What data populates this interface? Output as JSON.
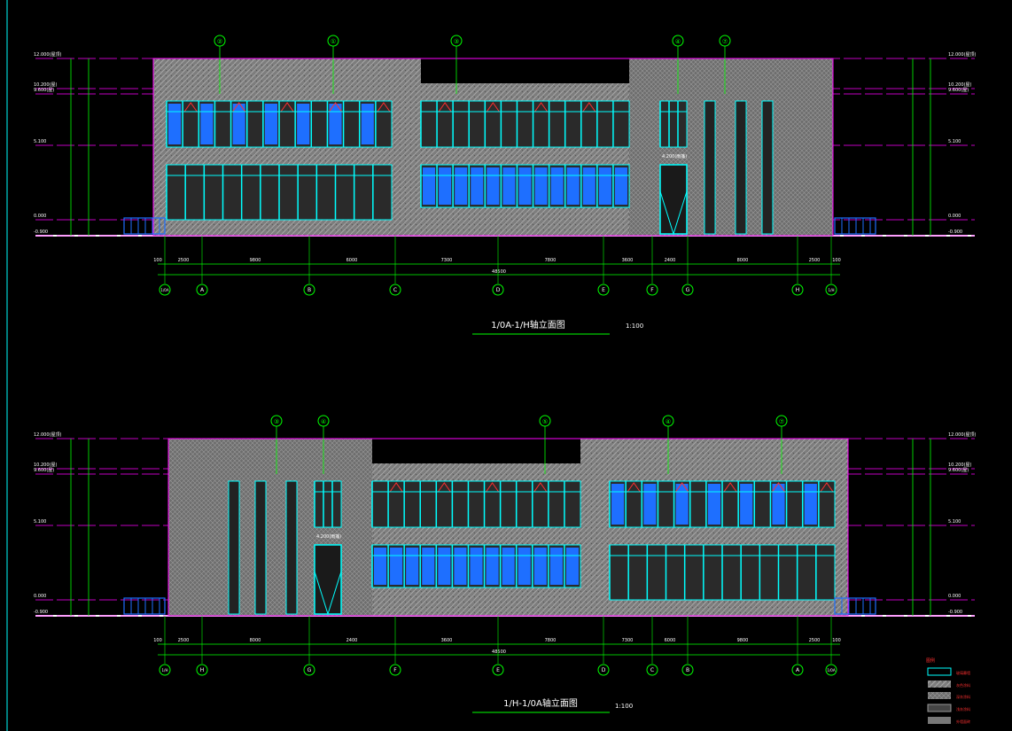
{
  "colors": {
    "background": "#000000",
    "elevation_line": "#ff00ff",
    "dimension": "#00ff00",
    "glass": "#1e6fff",
    "frame": "#00ffff",
    "wall": "#8c8c8c",
    "text": "#ffffff",
    "leader": "#00ff00",
    "accent_red": "#ff3030",
    "accent_yellow": "#ffcc00"
  },
  "drawings": [
    {
      "title": "1/0A-1/H轴立面图",
      "scale": "1:100",
      "levels_left": [
        "12.000(屋顶)",
        "10.200(屋)",
        "9.600(屋)",
        "5.100",
        "0.000",
        "-0.900"
      ],
      "levels_right": [
        "12.000(屋顶)",
        "10.200(屋)",
        "9.600(屋)",
        "5.100",
        "0.000",
        "-0.900"
      ],
      "axes": [
        "1/0A",
        "A",
        "B",
        "C",
        "D",
        "E",
        "F",
        "G",
        "H",
        "1/H"
      ],
      "spans": [
        "100",
        "2500",
        "9800",
        "6000",
        "7300",
        "7800",
        "3600",
        "2400",
        "8000",
        "2500",
        "100"
      ],
      "total": "48500",
      "door_level": "4.200(雨篷)",
      "callouts": [
        "②",
        "①",
        "③",
        "④",
        "⑦"
      ]
    },
    {
      "title": "1/H-1/0A轴立面图",
      "scale": "1:100",
      "levels_left": [
        "12.000(屋顶)",
        "10.200(屋)",
        "9.600(屋)",
        "5.100",
        "0.000",
        "-0.900"
      ],
      "levels_right": [
        "12.000(屋顶)",
        "10.200(屋)",
        "9.600(屋)",
        "5.100",
        "0.000",
        "-0.900"
      ],
      "axes": [
        "1/H",
        "H",
        "G",
        "F",
        "E",
        "D",
        "C",
        "B",
        "A",
        "1/0A"
      ],
      "spans": [
        "100",
        "2500",
        "8000",
        "2400",
        "3600",
        "7800",
        "7300",
        "6000",
        "9800",
        "2500",
        "100"
      ],
      "total": "48500",
      "door_level": "4.200(雨篷)",
      "callouts": [
        "⑦",
        "④",
        "⑤",
        "④",
        "③"
      ]
    }
  ],
  "legend": {
    "title": "图例",
    "items": [
      "玻璃幕墙",
      "灰色涂料",
      "深灰涂料",
      "浅灰涂料",
      "外墙面砖"
    ]
  }
}
